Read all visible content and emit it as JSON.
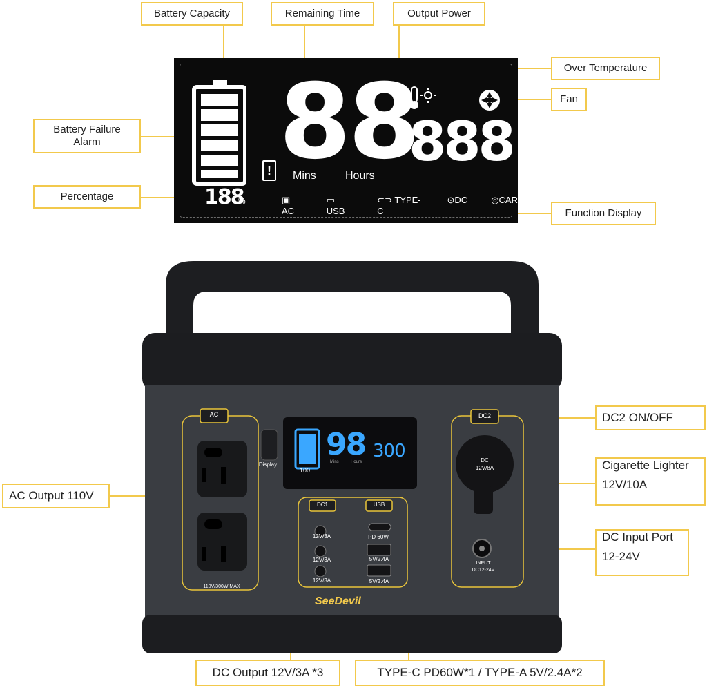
{
  "callouts": {
    "battery_capacity": "Battery Capacity",
    "remaining_time": "Remaining Time",
    "output_power": "Output Power",
    "over_temperature": "Over Temperature",
    "fan": "Fan",
    "battery_failure_alarm_l1": "Battery Failure",
    "battery_failure_alarm_l2": "Alarm",
    "percentage": "Percentage",
    "function_display": "Function Display",
    "ac_output": "AC Output 110V",
    "dc2_onoff": "DC2 ON/OFF",
    "cigarette_lighter_l1": "Cigarette Lighter",
    "cigarette_lighter_l2": "12V/10A",
    "dc_input_l1": "DC Input Port",
    "dc_input_l2": "12-24V",
    "dc_output": "DC Output 12V/3A *3",
    "typec_typea": "TYPE-C PD60W*1 / TYPE-A  5V/2.4A*2"
  },
  "lcd": {
    "time_digits": "88",
    "power_digits": "888",
    "percent_digits": "188",
    "percent_sign": "%",
    "mins_label": "Mins",
    "hours_label": "Hours",
    "functions": [
      "AC",
      "USB",
      "TYPE-C",
      "DC",
      "CAR"
    ],
    "alarm_glyph": "!"
  },
  "device": {
    "ac_label": "AC",
    "ac_rating": "110V/300W MAX",
    "display_button": "Display",
    "dc2_label": "DC2",
    "cig_label_l1": "DC",
    "cig_label_l2": "12V/8A",
    "input_label_l1": "INPUT",
    "input_label_l2": "DC12-24V",
    "dc1_label": "DC1",
    "usb_label": "USB",
    "dc_port_rating": "12V/3A",
    "pd_label": "PD 60W",
    "usb_a_rating": "5V/2.4A",
    "brand": "SeeDevil",
    "mini_lcd": {
      "time": "98",
      "power": "300",
      "percent": "100",
      "mins": "Mins",
      "hours": "Hours"
    }
  },
  "colors": {
    "callout_border": "#f2c94c",
    "lcd_bg": "#0b0b0b",
    "device_body": "#3a3d42",
    "device_top": "#1c1d20",
    "battery_blue": "#3aa7ff"
  }
}
